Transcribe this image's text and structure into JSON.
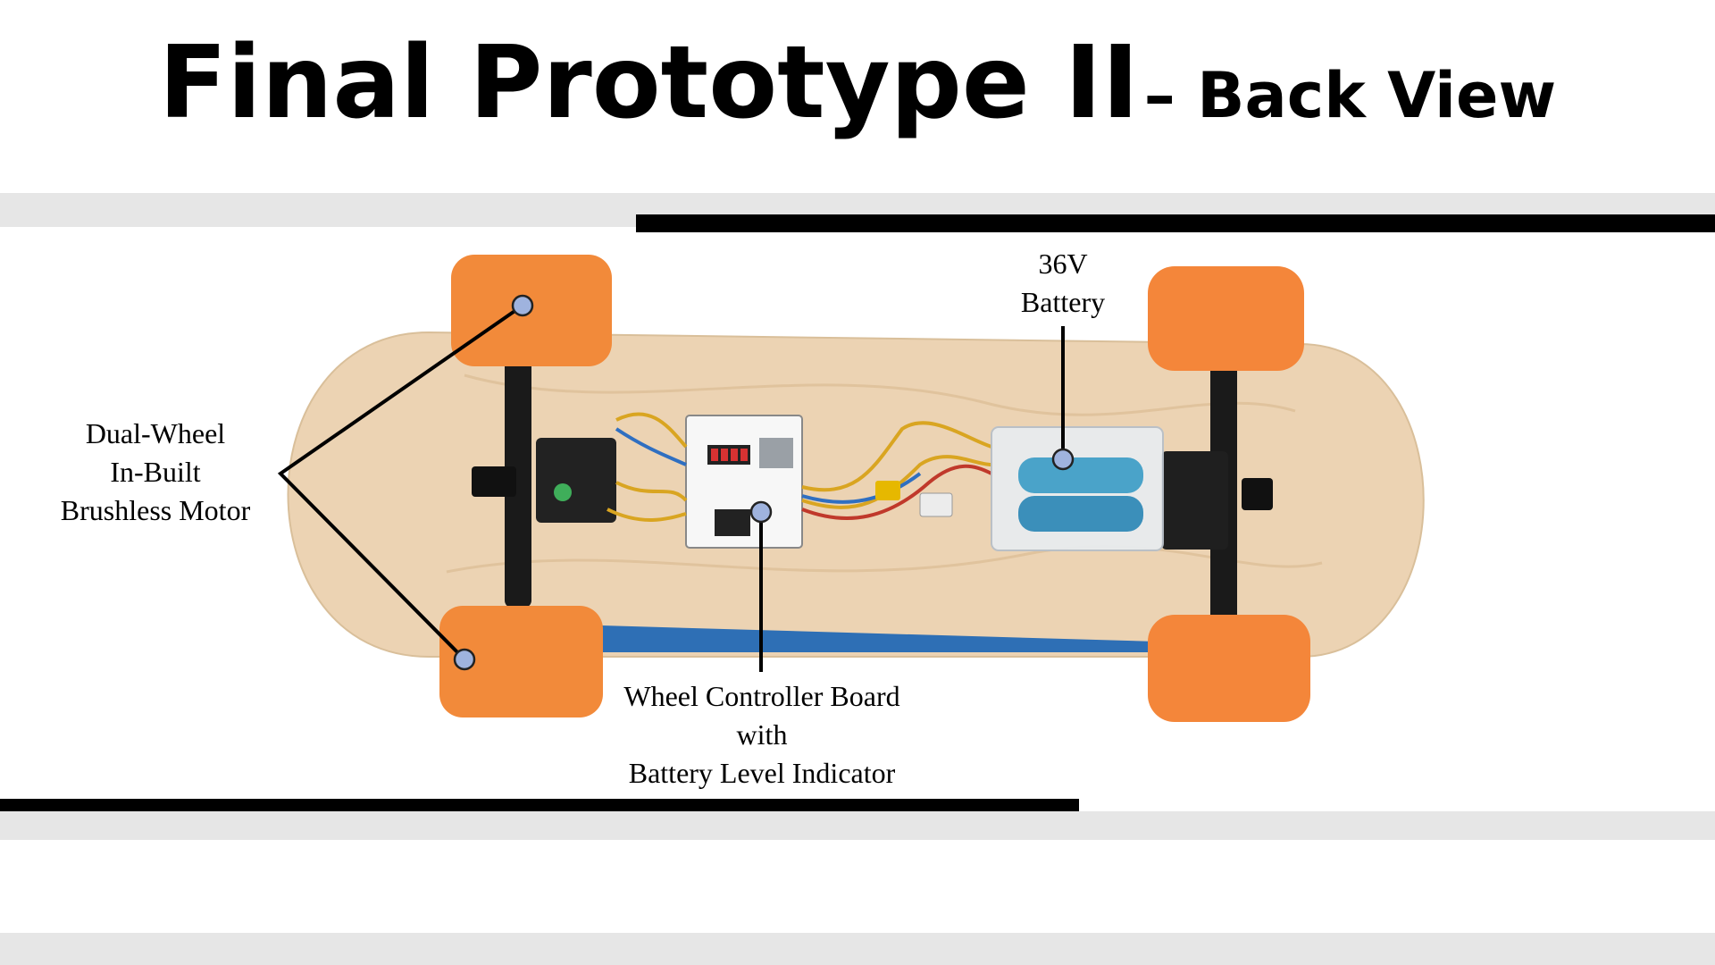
{
  "slide": {
    "title_main": "Final Prototype II",
    "title_sub": "– Back View"
  },
  "labels": {
    "motor_line1": "Dual-Wheel",
    "motor_line2": "In-Built",
    "motor_line3": "Brushless Motor",
    "controller_line1": "Wheel Controller Board",
    "controller_line2": "with",
    "controller_line3": "Battery Level Indicator",
    "battery_line1": "36V",
    "battery_line2": "Battery"
  },
  "colors": {
    "wheel": "#f28a3a",
    "deck": "#ecd3b3",
    "truck": "#1a1a1a",
    "marker": "#9fb3de",
    "band": "#e6e6e6",
    "stripe": "#2e6fb5"
  }
}
